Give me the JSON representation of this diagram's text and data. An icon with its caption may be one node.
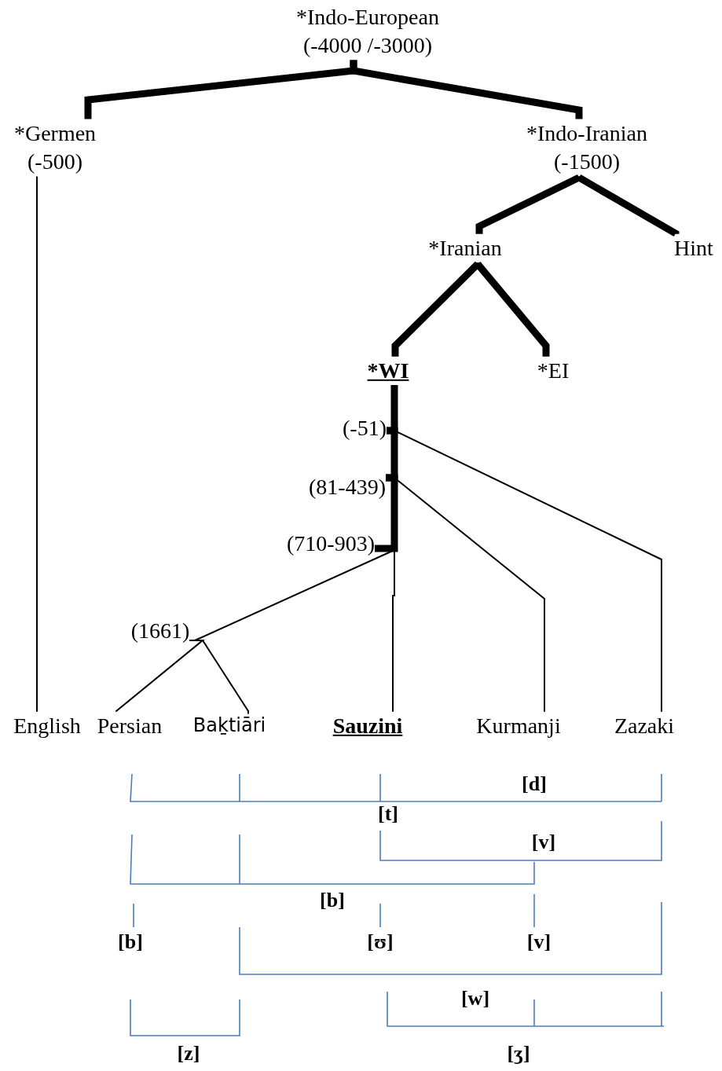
{
  "diagram": {
    "nodes": [
      {
        "text": [
          "*Indo-European",
          "(-4000 /-3000)"
        ]
      },
      {
        "text": [
          "*Germen",
          "(-500)"
        ]
      },
      {
        "text": [
          "*Indo-Iranian",
          "(-1500)"
        ]
      },
      {
        "text": [
          "*Iranian"
        ]
      },
      {
        "text": [
          "Hint"
        ]
      },
      {
        "text": [
          "*WI"
        ]
      },
      {
        "text": [
          "*EI"
        ]
      },
      {
        "text": [
          "(-51)"
        ]
      },
      {
        "text": [
          "(81-439)"
        ]
      },
      {
        "text": [
          "(710-903)"
        ]
      },
      {
        "text": [
          "(1661)"
        ]
      },
      {
        "text": [
          "English"
        ]
      },
      {
        "text": [
          "Persian"
        ]
      },
      {
        "text": [
          "Baḵtiāri"
        ]
      },
      {
        "text": [
          "Sauzini"
        ]
      },
      {
        "text": [
          "Kurmanji"
        ]
      },
      {
        "text": [
          "Zazaki"
        ]
      }
    ],
    "edges": [
      {
        "from": 0,
        "to": 1,
        "arrow": "none"
      },
      {
        "from": 0,
        "to": 2,
        "arrow": "none"
      },
      {
        "from": 2,
        "to": 3,
        "arrow": "none"
      },
      {
        "from": 2,
        "to": 4,
        "arrow": "none"
      },
      {
        "from": 3,
        "to": 5,
        "arrow": "none"
      },
      {
        "from": 3,
        "to": 6,
        "arrow": "none"
      },
      {
        "from": 5,
        "to": 7,
        "arrow": "none"
      },
      {
        "from": 7,
        "to": 8,
        "arrow": "none"
      },
      {
        "from": 8,
        "to": 9,
        "arrow": "none"
      },
      {
        "from": 1,
        "to": 11,
        "arrow": "none"
      },
      {
        "from": 7,
        "to": 16,
        "arrow": "none"
      },
      {
        "from": 8,
        "to": 15,
        "arrow": "none"
      },
      {
        "from": 9,
        "to": 14,
        "arrow": "none"
      },
      {
        "from": 9,
        "to": 10,
        "arrow": "none"
      },
      {
        "from": 10,
        "to": 12,
        "arrow": "none"
      },
      {
        "from": 10,
        "to": 13,
        "arrow": "none"
      }
    ],
    "labels": [
      "[d]",
      "[t]",
      "[v]",
      "[b]",
      "[b]",
      "[ʊ]",
      "[v]",
      "[w]",
      "[z]",
      "[ʒ]"
    ]
  }
}
